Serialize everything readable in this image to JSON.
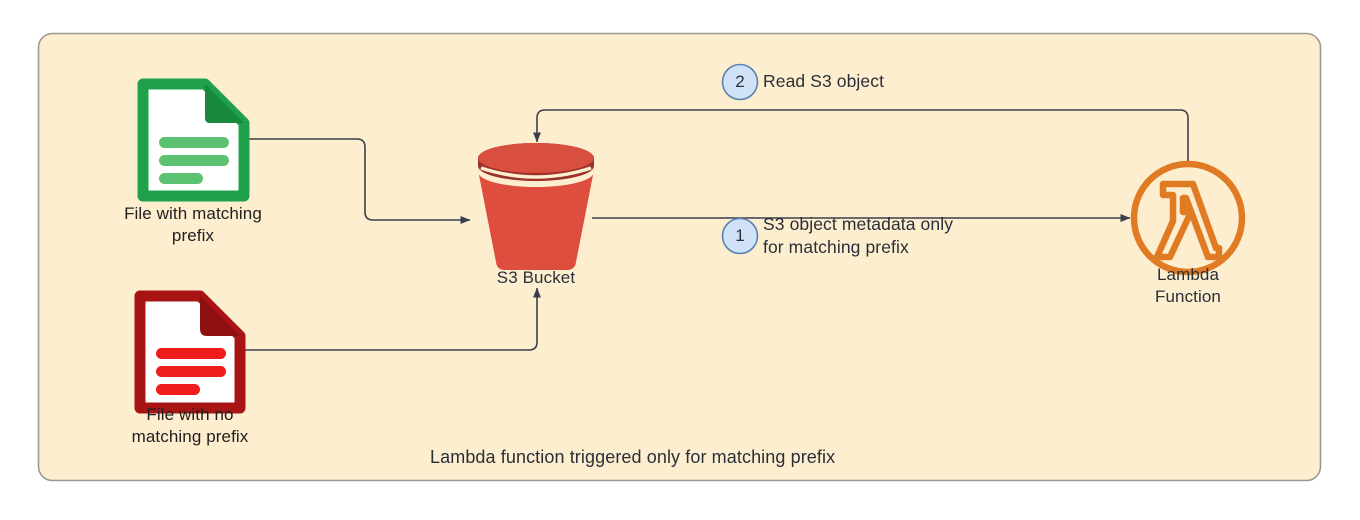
{
  "diagram": {
    "background_color": "#fdeecf",
    "border_color": "#9a9a92",
    "canvas_color": "#ffffff",
    "caption": "Lambda function triggered only for matching prefix"
  },
  "nodes": {
    "green_file": {
      "label": "File with matching\nprefix",
      "icon": "document-icon",
      "color_border": "#1fa14b",
      "color_lines": "#5cc272",
      "color_fold": "#17883c"
    },
    "red_file": {
      "label": "File with no\nmatching prefix",
      "icon": "document-icon",
      "color_border": "#a81414",
      "color_lines": "#ef1c1c",
      "color_fold": "#8f1010"
    },
    "bucket": {
      "label": "S3 Bucket",
      "icon": "s3-bucket-icon",
      "color_body": "#df4d3e",
      "color_lid": "#d94f3f",
      "color_shadow": "#9c3127"
    },
    "lambda": {
      "label": "Lambda\nFunction",
      "icon": "lambda-icon",
      "color": "#e07b24"
    }
  },
  "steps": [
    {
      "number": "1",
      "text": "S3 object metadata only\nfor matching prefix",
      "badge_fill": "#cfe2f7",
      "badge_stroke": "#5b84b1"
    },
    {
      "number": "2",
      "text": "Read S3 object",
      "badge_fill": "#cfe2f7",
      "badge_stroke": "#5b84b1"
    }
  ],
  "connectors": {
    "stroke_color": "#3a3f4b",
    "edges": [
      "green-file-to-bucket",
      "red-file-to-bucket",
      "bucket-to-lambda",
      "lambda-to-bucket"
    ]
  }
}
